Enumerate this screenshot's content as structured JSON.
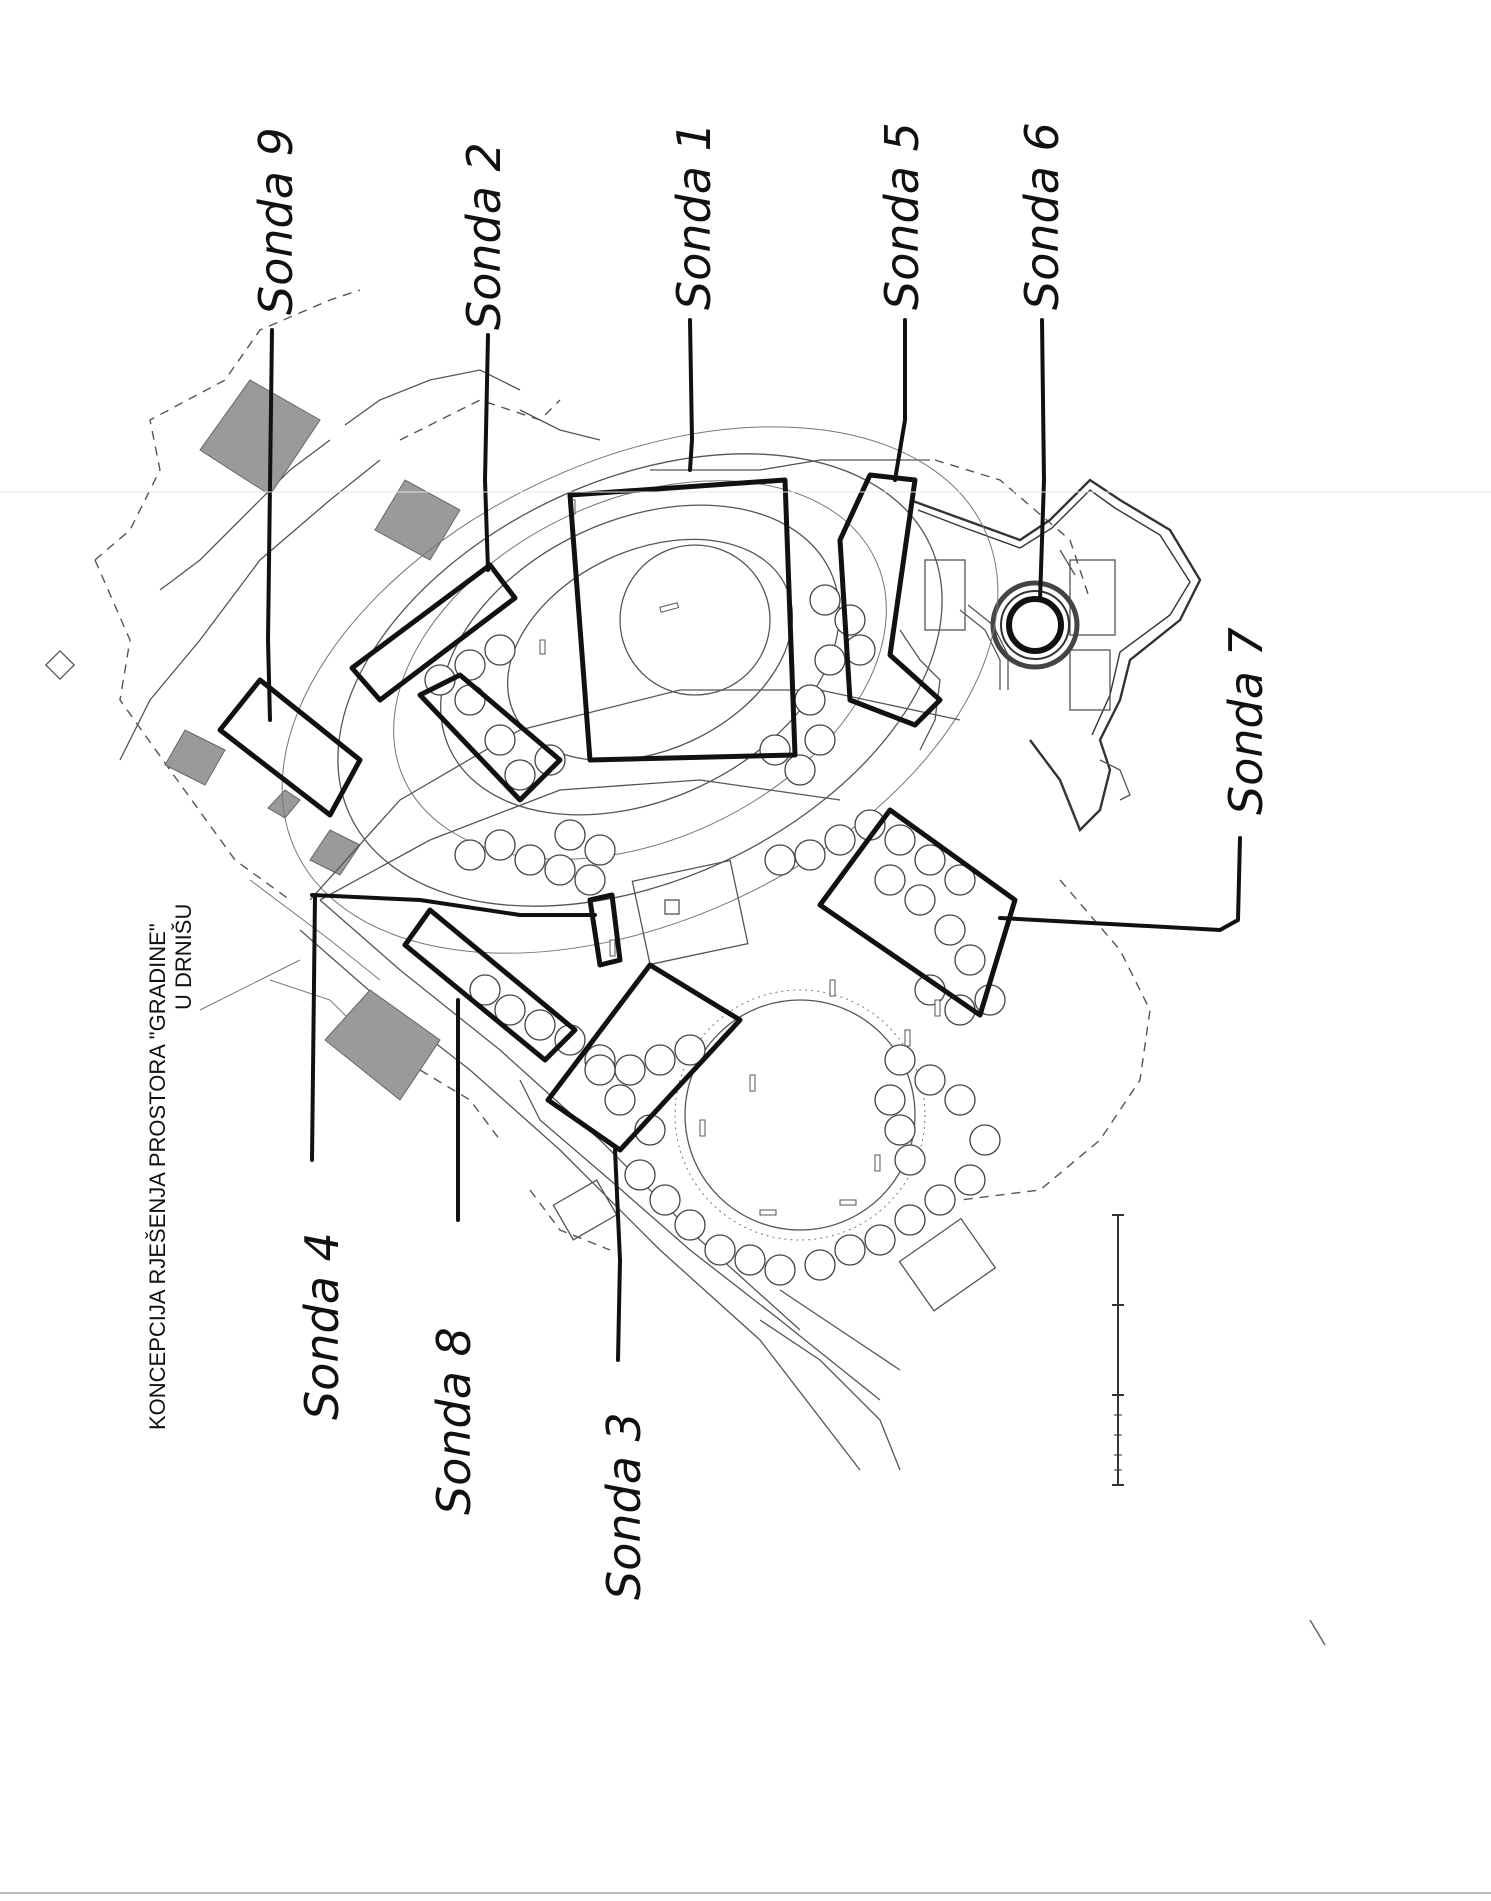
{
  "title": {
    "line1": "KONCEPCIJA RJEŠENJA PROSTORA \"GRADINE\"",
    "line2": "U DRNIŠU"
  },
  "labels": {
    "s1": "Sonda 1",
    "s2": "Sonda 2",
    "s3": "Sonda 3",
    "s4": "Sonda 4",
    "s5": "Sonda 5",
    "s6": "Sonda 6",
    "s7": "Sonda 7",
    "s8": "Sonda 8",
    "s9": "Sonda 9"
  },
  "colors": {
    "ink": "#111111",
    "line": "#555555",
    "hatch": "#9a9a9a"
  }
}
